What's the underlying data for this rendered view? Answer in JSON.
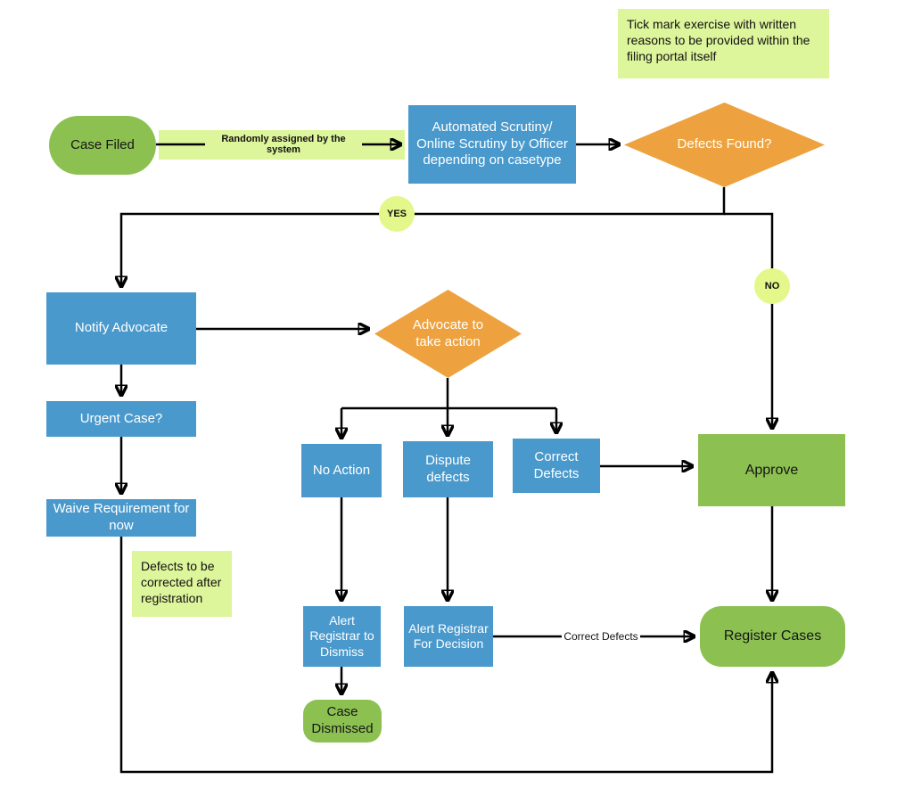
{
  "colors": {
    "blue": "#4a99cc",
    "green": "#8cc152",
    "orange": "#eda23f",
    "note": "#ddf59b",
    "badge": "#e4f78a",
    "arrow": "#000000"
  },
  "notes": {
    "top": "Tick mark exercise with written reasons to be provided within the filing portal itself",
    "side": "Defects to be corrected after registration"
  },
  "nodes": {
    "case_filed": "Case Filed",
    "scrutiny": "Automated Scrutiny/ Online Scrutiny by Officer depending on casetype",
    "defects_found": "Defects Found?",
    "notify_advocate": "Notify Advocate",
    "advocate_action": "Advocate to take action",
    "urgent_case": "Urgent Case?",
    "waive_requirement": "Waive Requirement for now",
    "no_action": "No Action",
    "dispute_defects": "Dispute defects",
    "correct_defects": "Correct Defects",
    "approve": "Approve",
    "alert_dismiss": "Alert Registrar to Dismiss",
    "alert_decision": "Alert Registrar For Decision",
    "register_cases": "Register Cases",
    "case_dismissed": "Case Dismissed"
  },
  "edge_labels": {
    "randomly_assigned": "Randomly assigned by the system",
    "yes": "YES",
    "no": "NO",
    "correct_defects": "Correct Defects"
  }
}
